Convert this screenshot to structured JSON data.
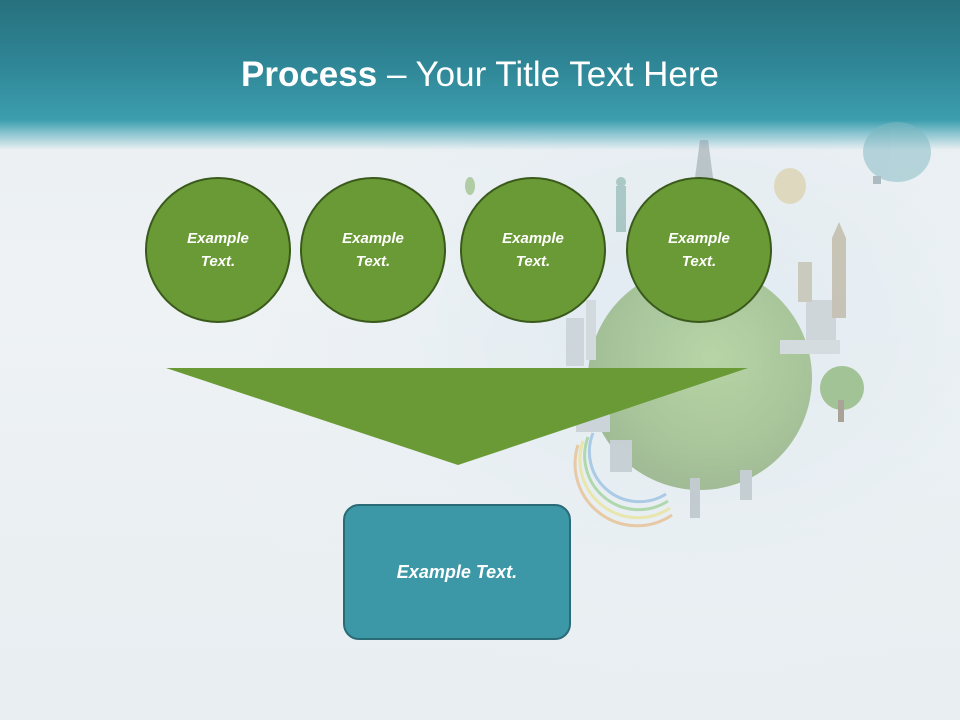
{
  "slide": {
    "title_bold": "Process",
    "title_rest": " – Your Title Text Here"
  },
  "process": {
    "steps": [
      {
        "label": "Example Text."
      },
      {
        "label": "Example Text."
      },
      {
        "label": "Example Text."
      },
      {
        "label": "Example Text."
      }
    ],
    "result_label": "Example Text."
  },
  "colors": {
    "title_bar": "#2f8797",
    "step_fill": "#6a9a35",
    "step_border": "#3a5a1c",
    "result_fill": "#3c97a6"
  },
  "background_image": {
    "icon": "green-globe-landmarks-illustration"
  }
}
